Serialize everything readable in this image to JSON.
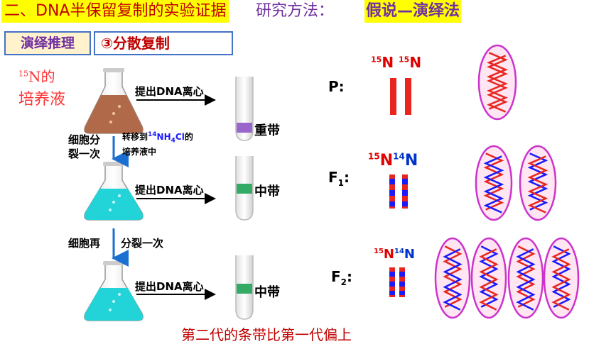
{
  "header": {
    "title": "二、DNA半保留复制的实验证据",
    "method_label": "研究方法：",
    "method_value": "假说—演绎法"
  },
  "tag": {
    "reasoning": "演绎推理",
    "hypothesis": "③分散复制"
  },
  "medium": {
    "line1_sup": "15",
    "line1_rest": "N的",
    "line2": "培养液"
  },
  "steps": {
    "centrifuge": "提出DNA离心",
    "divide_once_1": "细胞分",
    "divide_once_2": "裂一次",
    "transfer_1a": "转移到",
    "transfer_sup": "14",
    "transfer_formula_a": "NH",
    "transfer_sub": "4",
    "transfer_formula_b": "Cl",
    "transfer_1b": "的",
    "transfer_2": "培养液中",
    "divide_again_a": "细胞再",
    "divide_again_b": "分裂一次"
  },
  "bands": {
    "heavy": "重带",
    "middle1": "中带",
    "middle2": "中带"
  },
  "generations": {
    "p": "P:",
    "f1_base": "F",
    "f1_sub": "1",
    "f1_colon": ":",
    "f2_base": "F",
    "f2_sub": "2",
    "f2_colon": ":"
  },
  "isotopes": {
    "p_a_sup": "15",
    "p_a": "N",
    "p_b_sup": "15",
    "p_b": "N",
    "f1_a_sup": "15",
    "f1_a": "N",
    "f1_b_sup": "14",
    "f1_b": "N",
    "f2_a_sup": "15",
    "f2_a": "N",
    "f2_b_sup": "14",
    "f2_b": "N"
  },
  "conclusion": "第二代的条带比第一代偏上",
  "colors": {
    "heavy_strand": "#e8261f",
    "light_strand": "#1a1aff",
    "cell_outline": "#cc33cc",
    "cell_fill": "#ffe6f2",
    "heavy_band": "#9966cc",
    "middle_band": "#33aa66",
    "flask_brown": "#b06a4a",
    "flask_cyan": "#22d3d8"
  }
}
